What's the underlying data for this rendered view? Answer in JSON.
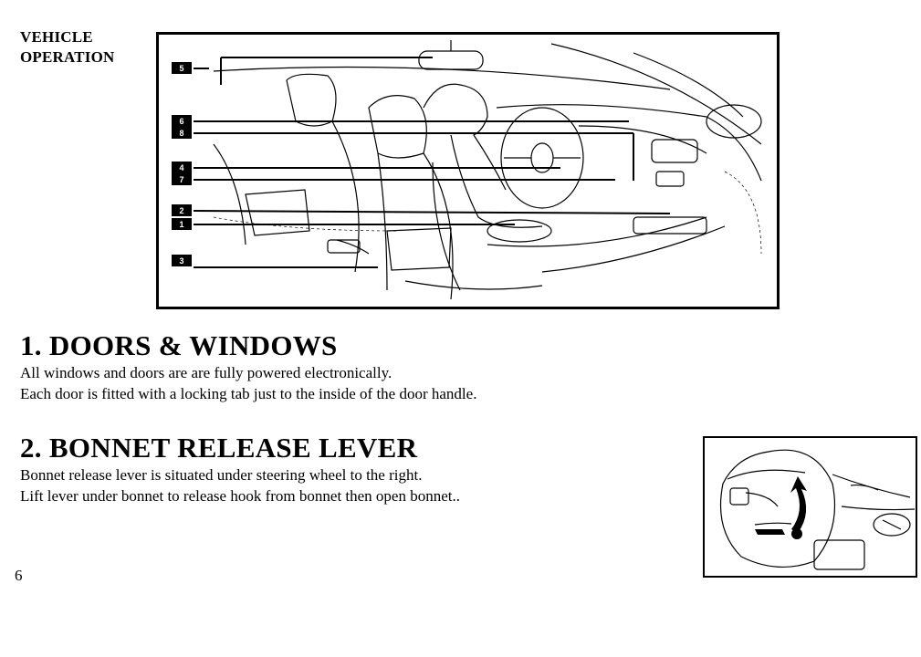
{
  "header": {
    "section_line1": "VEHICLE",
    "section_line2": "OPERATION"
  },
  "figure_main": {
    "callouts": [
      "5",
      "6",
      "8",
      "4",
      "7",
      "2",
      "1",
      "3"
    ]
  },
  "section1": {
    "heading": "1. DOORS & WINDOWS",
    "lines": [
      "All windows and doors are are fully powered electronically.",
      "Each door is fitted with a locking tab just to the inside of the door handle."
    ]
  },
  "section2": {
    "heading": "2. BONNET RELEASE LEVER",
    "lines": [
      "Bonnet release lever is situated under steering wheel to the right.",
      "Lift lever under bonnet to release hook from bonnet then open bonnet.."
    ]
  },
  "page": {
    "number": "6"
  }
}
